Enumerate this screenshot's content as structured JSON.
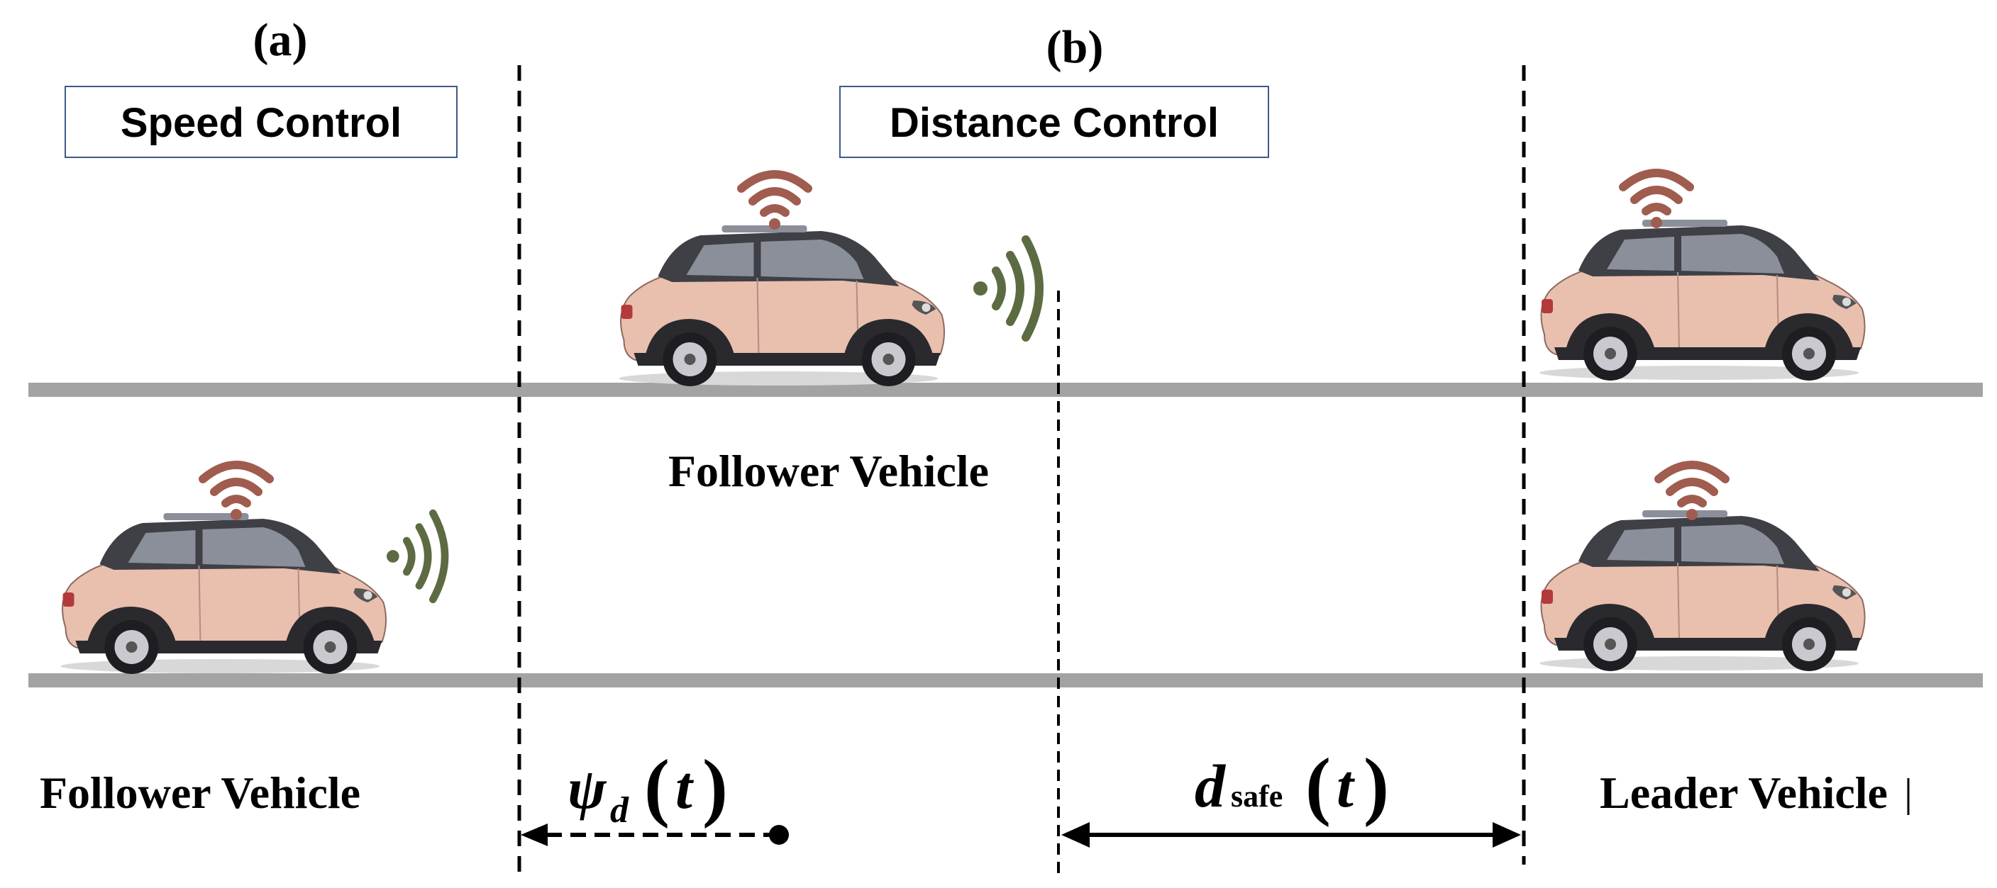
{
  "panels": {
    "a": {
      "tag": "(a)",
      "box_label": "Speed Control"
    },
    "b": {
      "tag": "(b)",
      "box_label": "Distance Control"
    }
  },
  "labels": {
    "follower_top": "Follower Vehicle",
    "follower_bottom": "Follower Vehicle",
    "leader": "Leader Vehicle"
  },
  "math": {
    "psi_symbol": "ψ",
    "psi_subscript": "d",
    "d_symbol": "d",
    "d_subscript": "safe",
    "open_paren": "(",
    "variable": "t",
    "close_paren": ")"
  },
  "colors": {
    "road": "#a3a3a3",
    "car_body": "#e9bfae",
    "car_roof": "#3f3f46",
    "wifi_broadcast": "#a05c4f",
    "v2v_signal": "#5d6b42",
    "box_border": "#3c5a8a"
  },
  "icons": {
    "broadcast": "wifi-icon",
    "v2v": "signal-waves-icon",
    "vehicle": "car-icon"
  }
}
